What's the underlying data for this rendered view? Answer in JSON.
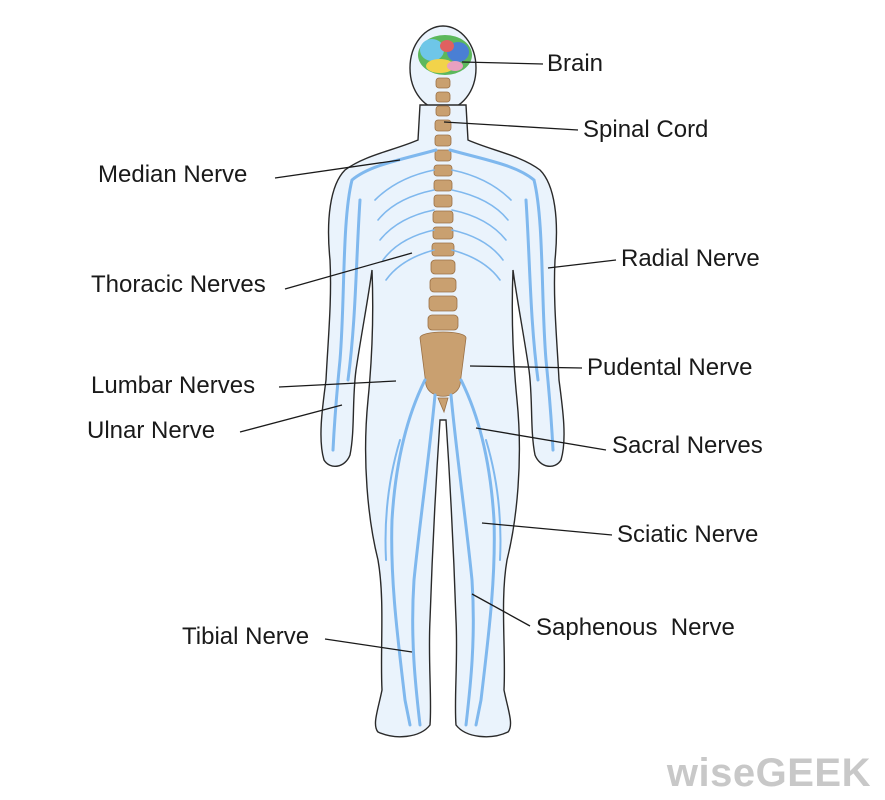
{
  "labels": {
    "brain": "Brain",
    "spinal_cord": "Spinal Cord",
    "median_nerve": "Median Nerve",
    "radial_nerve": "Radial Nerve",
    "thoracic_nerves": "Thoracic Nerves",
    "pudental_nerve": "Pudental Nerve",
    "lumbar_nerves": "Lumbar Nerves",
    "ulnar_nerve": "Ulnar Nerve",
    "sacral_nerves": "Sacral Nerves",
    "sciatic_nerve": "Sciatic Nerve",
    "saphenous_nerve": "Saphenous  Nerve",
    "tibial_nerve": "Tibial Nerve"
  },
  "watermark": "wiseGEEK",
  "colors": {
    "nerve": "#7fb8ee",
    "body_fill": "#e8f2fc",
    "spine": "#c9a070",
    "outline": "#222222"
  }
}
